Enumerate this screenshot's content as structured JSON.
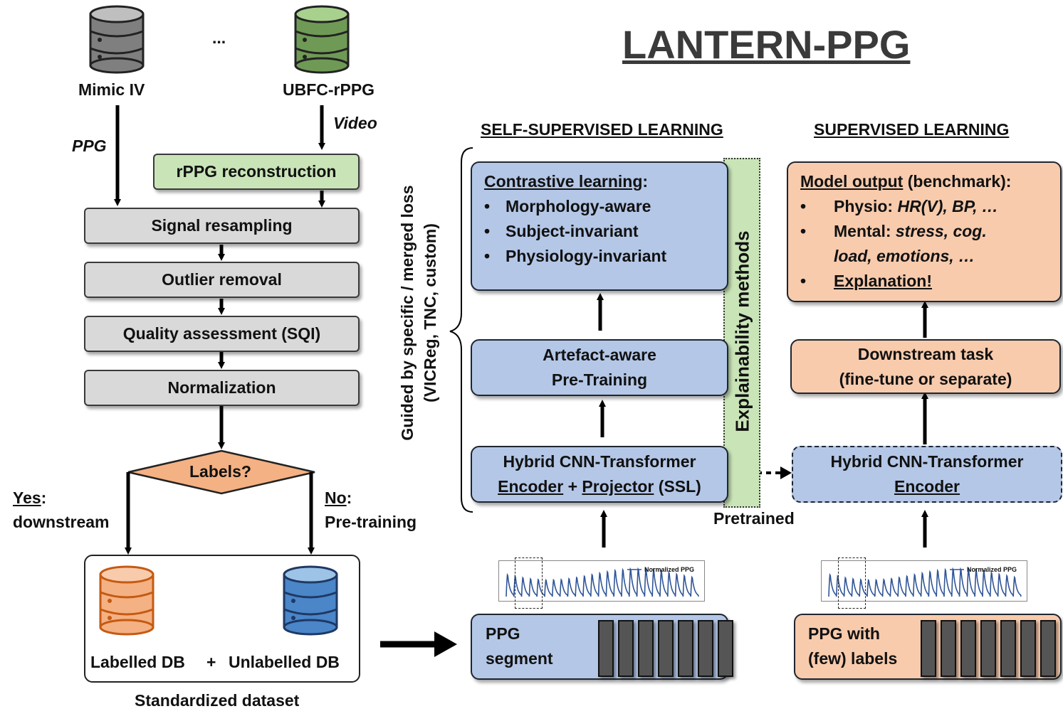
{
  "title": "LANTERN-PPG",
  "sources": {
    "db1": "Mimic IV",
    "ellipsis": "...",
    "db2": "UBFC-rPPG",
    "ppg_label": "PPG",
    "video_label": "Video"
  },
  "pipeline": {
    "rppg": "rPPG reconstruction",
    "resampling": "Signal resampling",
    "outlier": "Outlier removal",
    "quality": "Quality assessment (SQI)",
    "normalization": "Normalization",
    "labels": "Labels?",
    "yes_word": "Yes",
    "yes_colon": ":",
    "yes_rest": "downstream",
    "no_word": "No",
    "no_colon": ":",
    "no_rest": "Pre-training"
  },
  "dataset": {
    "labelled": "Labelled DB",
    "plus": "+",
    "unlabelled": "Unlabelled DB",
    "caption": "Standardized dataset"
  },
  "ssl": {
    "header": "SELF-SUPERVISED LEARNING",
    "contrastive_title": "Contrastive learning",
    "contrastive_colon": ":",
    "items": [
      "Morphology-aware",
      "Subject-invariant",
      "Physiology-invariant"
    ],
    "pretraining_line1": "Artefact-aware",
    "pretraining_line2": "Pre-Training",
    "encoder_line1": "Hybrid CNN-Transformer",
    "encoder_word": "Encoder",
    "plus_word": " + ",
    "projector_word": "Projector",
    "ssl_suffix": " (SSL)",
    "guided_line1": "Guided by specific / merged loss",
    "guided_line2": "(VICReg, TNC, custom)",
    "segment_line1": "PPG",
    "segment_line2": "segment",
    "wave_legend": "Normalized PPG"
  },
  "explain": {
    "label": "Explainability methods",
    "pretrained": "Pretrained"
  },
  "sup": {
    "header": "SUPERVISED LEARNING",
    "output_title": "Model output",
    "output_suffix": " (benchmark):",
    "physio_prefix": "Physio: ",
    "physio_items": "HR(V), BP, …",
    "mental_prefix": "Mental: ",
    "mental_items_1": "stress, cog.",
    "mental_items_2": "load, emotions, …",
    "explanation": "Explanation!",
    "downstream_line1": "Downstream task",
    "downstream_line2": "(fine-tune or separate)",
    "encoder_line1": "Hybrid CNN-Transformer",
    "encoder_line2": "Encoder",
    "labels_line1": "PPG with",
    "labels_line2": "(few) labels",
    "wave_legend": "Normalized PPG"
  },
  "colors": {
    "grey": "#d9d9d9",
    "green": "#c9e5b8",
    "blue": "#b4c7e7",
    "orange": "#f8cbad",
    "diamond": "#f4b183",
    "db_orange": "#f4b183",
    "db_blue": "#4a86c8",
    "db_green": "#6f9a55",
    "db_grey": "#7f7f7f",
    "wave": "#2f5597"
  }
}
